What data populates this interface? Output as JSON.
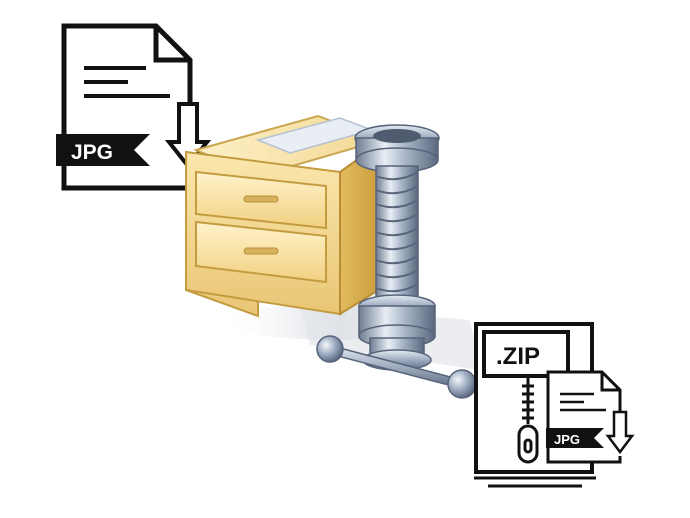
{
  "jpg_document": {
    "badge_label": "JPG"
  },
  "zip_archive": {
    "label": ".ZIP",
    "inner_document_badge": "JPG"
  },
  "colors": {
    "outline": "#111111",
    "badge_fill": "#111111",
    "badge_text": "#ffffff",
    "cabinet_wood": "#f0d58a",
    "cabinet_edge": "#c9a64a",
    "clamp_metal": "#9aa8bd",
    "clamp_dark": "#5d6b80",
    "shadow": "#d9dde3"
  },
  "icons": [
    "jpg-file-icon",
    "compression-cabinet-icon",
    "clamp-icon",
    "zip-archive-icon"
  ]
}
